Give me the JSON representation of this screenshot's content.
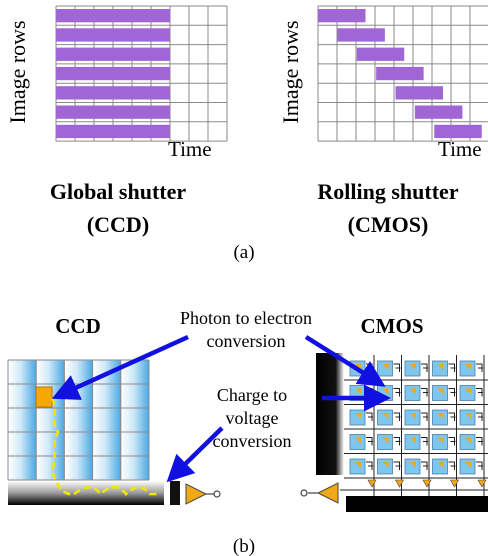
{
  "panel_a": {
    "left_chart": {
      "ylabel": "Image rows",
      "xlabel": "Time",
      "caption_line1": "Global shutter",
      "caption_line2": "(CCD)",
      "rows": 7,
      "exposure": "all rows exposed over the same interval"
    },
    "right_chart": {
      "ylabel": "Image rows",
      "xlabel": "Time",
      "caption_line1": "Rolling shutter",
      "caption_line2": "(CMOS)",
      "rows": 7,
      "exposure": "each row exposure offset in time from the previous row"
    },
    "label": "(a)"
  },
  "panel_b": {
    "ccd_title": "CCD",
    "cmos_title": "CMOS",
    "annotation_photon_line1": "Photon to electron",
    "annotation_photon_line2": "conversion",
    "annotation_charge_line1": "Charge to",
    "annotation_charge_line2": "voltage",
    "annotation_charge_line3": "conversion",
    "label": "(b)"
  },
  "colors": {
    "exposure_bar": "#a066d6",
    "grid": "#8a8a8a",
    "pixel_blue": "#7fc6ee",
    "pixel_highlight": "#f4a800",
    "arrow": "#1010e0",
    "charge_path": "#f2e600",
    "amplifier": "#f0a818"
  }
}
